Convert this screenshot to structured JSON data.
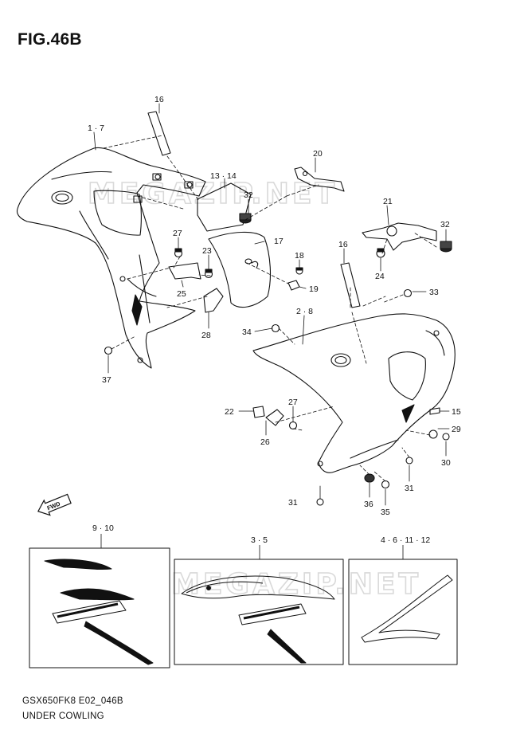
{
  "figure": {
    "title": "FIG.46B",
    "code": "GSX650FK8 E02_046B",
    "name": "UNDER COWLING"
  },
  "watermark": "MEGAZIP.NET",
  "direction_arrow": "FWD",
  "callouts": {
    "c16a": "16",
    "c17_": "1 · 7",
    "c20": "20",
    "c1314": "13 · 14",
    "c32a": "32",
    "c21": "21",
    "c32b": "32",
    "c27a": "27",
    "c17": "17",
    "c16b": "16",
    "c23": "23",
    "c18": "18",
    "c24": "24",
    "c25": "25",
    "c19": "19",
    "c33": "33",
    "c28": "28",
    "c28_": "2 · 8",
    "c34": "34",
    "c37": "37",
    "c22": "22",
    "c27b": "27",
    "c15": "15",
    "c26": "26",
    "c29": "29",
    "c30": "30",
    "c31a": "31",
    "c36": "36",
    "c35": "35",
    "c31b": "31"
  },
  "kits": {
    "k910": "9 · 10",
    "k35": "3 · 5",
    "k461112": "4 · 6 · 11 · 12"
  },
  "colors": {
    "line": "#111111",
    "watermark": "#d9d9d9",
    "background": "#ffffff"
  }
}
